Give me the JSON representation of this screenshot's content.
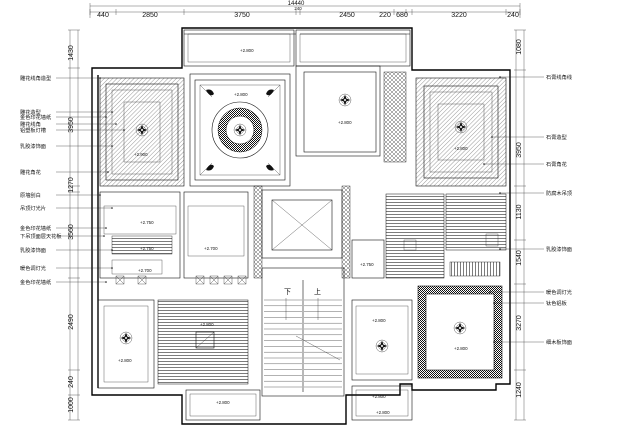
{
  "dimensions": {
    "total_top": "14440",
    "top": [
      "440",
      "2850",
      "3750",
      "240",
      "2450",
      "220",
      "680",
      "3220",
      "240"
    ],
    "left": [
      "1430",
      "3950",
      "1270",
      "3560",
      "2490",
      "240",
      "1000"
    ],
    "right": [
      "1080",
      "3950",
      "1130",
      "1540",
      "3270",
      "1240"
    ]
  },
  "labels_left": [
    "雕花线角造型",
    "雕花造型",
    "金色印花墙纸",
    "雕花线角",
    "铝塑板灯槽",
    "乳胶漆饰面",
    "雕花角花",
    "原墙刮白",
    "吊顶灯光片",
    "金色印花墙纸",
    "下吊顶面层天花板",
    "乳胶漆饰面",
    "暖色调灯光",
    "金色印花墙纸"
  ],
  "labels_right": [
    "石膏线角线",
    "石膏造型",
    "石膏角花",
    "防腐木吊顶",
    "乳胶漆饰面",
    "暖色调灯光",
    "钛色铝板",
    "细木板饰面"
  ],
  "levels": {
    "living_room": "+2.800",
    "bedroom_left": "+2.900",
    "top_room": "+2.800",
    "bedroom_right": "+2.800",
    "corridor": "+2.800",
    "mid_left_a": "+2.750",
    "mid_left_b": "+2.750",
    "mid_left_c": "+2.700",
    "mid_left_d": "+2.700",
    "lower_left": "+2.800",
    "lower_mid": "+2.800",
    "stair_right": "+2.750",
    "lower_right": "+2.800",
    "lower_right_b": "+2.800",
    "balcony": "+2.800",
    "bottom": "+2.800",
    "bottom_right": "+2.800"
  },
  "stair": {
    "down": "下",
    "up": "上"
  }
}
